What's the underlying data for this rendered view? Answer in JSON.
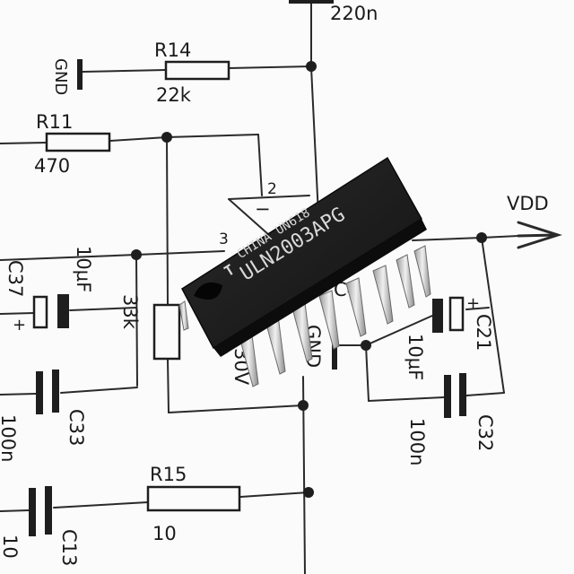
{
  "components": {
    "c_top_value": "220n",
    "r14": {
      "ref": "R14",
      "value": "22k"
    },
    "gnd_label": "GND",
    "r11": {
      "ref": "R11",
      "value": "470"
    },
    "c37": {
      "ref": "C37",
      "value": "10µF"
    },
    "r_pot_value": "33k",
    "c33": {
      "ref": "C33",
      "value": "100n"
    },
    "r15": {
      "ref": "R15",
      "value": "10"
    },
    "c13": {
      "ref": "C13",
      "value": "10"
    },
    "c21": {
      "ref": "C21",
      "value": "10µF"
    },
    "c32": {
      "ref": "C32",
      "value": "100n"
    },
    "vdd_label": "VDD",
    "partial_c4": "C4",
    "partial_gnd_center": "GND",
    "partial_vol": "30V"
  },
  "opamp_pins": {
    "pin2": "2",
    "pin3": "3",
    "minus": "−",
    "plus": "+"
  },
  "chip": {
    "part_number": "ULN2003APG",
    "marking": "CHINA  UN618",
    "logo": "T"
  },
  "colors": {
    "chip_body": "#1c1c1c",
    "chip_text": "#d9d9d9",
    "pins": "#c8c8c8",
    "ink": "#1e1e1e"
  }
}
